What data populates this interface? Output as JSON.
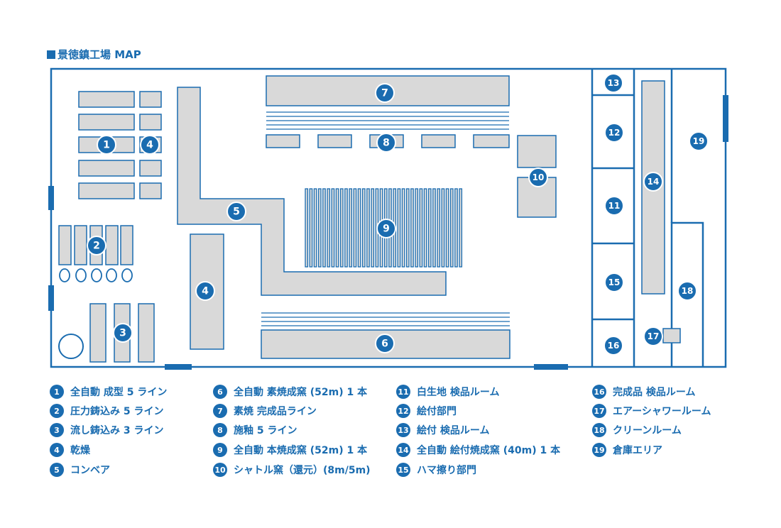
{
  "title": "景徳鎮工場 MAP",
  "colors": {
    "accent": "#1a6cb0",
    "fill": "#d9d9d9",
    "badge_text": "#ffffff"
  },
  "markers": [
    "1",
    "2",
    "3",
    "4",
    "4",
    "5",
    "6",
    "7",
    "8",
    "9",
    "10",
    "11",
    "12",
    "13",
    "14",
    "15",
    "16",
    "17",
    "18",
    "19"
  ],
  "legend": [
    {
      "num": "1",
      "label": "全自動 成型 5 ライン"
    },
    {
      "num": "2",
      "label": "圧力鋳込み 5 ライン"
    },
    {
      "num": "3",
      "label": "流し鋳込み 3 ライン"
    },
    {
      "num": "4",
      "label": "乾燥"
    },
    {
      "num": "5",
      "label": "コンベア"
    },
    {
      "num": "6",
      "label": "全自動 素焼成窯 (52m) 1 本"
    },
    {
      "num": "7",
      "label": "素焼 完成品ライン"
    },
    {
      "num": "8",
      "label": "施釉 5 ライン"
    },
    {
      "num": "9",
      "label": "全自動 本焼成窯 (52m) 1 本"
    },
    {
      "num": "10",
      "label": "シャトル窯（還元）(8m/5m)"
    },
    {
      "num": "11",
      "label": "白生地 検品ルーム"
    },
    {
      "num": "12",
      "label": "絵付部門"
    },
    {
      "num": "13",
      "label": "絵付 検品ルーム"
    },
    {
      "num": "14",
      "label": "全自動 絵付焼成窯 (40m) 1 本"
    },
    {
      "num": "15",
      "label": "ハマ擦り部門"
    },
    {
      "num": "16",
      "label": "完成品 検品ルーム"
    },
    {
      "num": "17",
      "label": "エアーシャワールーム"
    },
    {
      "num": "18",
      "label": "クリーンルーム"
    },
    {
      "num": "19",
      "label": "倉庫エリア"
    }
  ]
}
